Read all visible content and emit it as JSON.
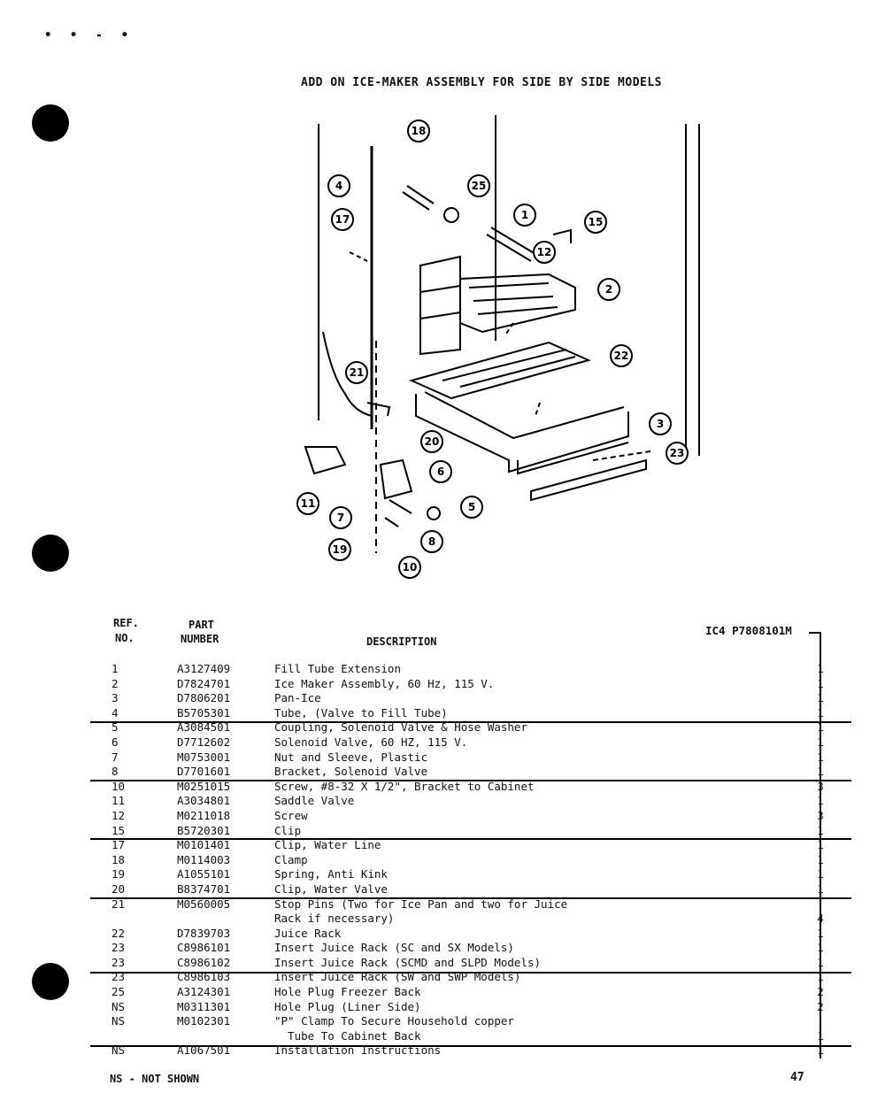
{
  "header": {
    "title": "ADD ON ICE-MAKER ASSEMBLY FOR SIDE BY SIDE MODELS",
    "model_code": "IC4 P7808101M"
  },
  "columns": {
    "ref_1": "REF.",
    "ref_2": "NO.",
    "part_1": "PART",
    "part_2": "NUMBER",
    "description": "DESCRIPTION"
  },
  "callouts": [
    "18",
    "4",
    "25",
    "17",
    "1",
    "15",
    "12",
    "2",
    "22",
    "21",
    "3",
    "23",
    "20",
    "6",
    "11",
    "7",
    "5",
    "8",
    "19",
    "10"
  ],
  "rows": [
    {
      "ref": "1",
      "part": "A3127409",
      "desc": "Fill Tube Extension",
      "qty": "1"
    },
    {
      "ref": "2",
      "part": "D7824701",
      "desc": "Ice Maker Assembly, 60 Hz, 115 V.",
      "qty": "1"
    },
    {
      "ref": "3",
      "part": "D7806201",
      "desc": "Pan-Ice",
      "qty": "1"
    },
    {
      "ref": "4",
      "part": "B5705301",
      "desc": "Tube, (Valve to Fill Tube)",
      "qty": "1"
    },
    {
      "ref": "5",
      "part": "A3084501",
      "desc": "Coupling, Solenoid Valve & Hose Washer",
      "qty": "1"
    },
    {
      "ref": "6",
      "part": "D7712602",
      "desc": "Solenoid Valve, 60 HZ, 115 V.",
      "qty": "1"
    },
    {
      "ref": "7",
      "part": "M0753001",
      "desc": "Nut and Sleeve, Plastic",
      "qty": "1"
    },
    {
      "ref": "8",
      "part": "D7701601",
      "desc": "Bracket, Solenoid Valve",
      "qty": "1"
    },
    {
      "ref": "10",
      "part": "M0251015",
      "desc": "Screw, #8-32 X 1/2\", Bracket to Cabinet",
      "qty": "3"
    },
    {
      "ref": "11",
      "part": "A3034801",
      "desc": "Saddle Valve",
      "qty": "1"
    },
    {
      "ref": "12",
      "part": "M0211018",
      "desc": "Screw",
      "qty": "3"
    },
    {
      "ref": "15",
      "part": "B5720301",
      "desc": "Clip",
      "qty": "1"
    },
    {
      "ref": "17",
      "part": "M0101401",
      "desc": "Clip, Water Line",
      "qty": "1"
    },
    {
      "ref": "18",
      "part": "M0114003",
      "desc": "Clamp",
      "qty": "1"
    },
    {
      "ref": "19",
      "part": "A1055101",
      "desc": "Spring, Anti Kink",
      "qty": "1"
    },
    {
      "ref": "20",
      "part": "B8374701",
      "desc": "Clip, Water Valve",
      "qty": "1"
    },
    {
      "ref": "21",
      "part": "M0560005",
      "desc": "Stop Pins (Two for Ice Pan and two for Juice",
      "qty": ""
    },
    {
      "ref": "",
      "part": "",
      "desc": "Rack if necessary)",
      "qty": "4"
    },
    {
      "ref": "22",
      "part": "D7839703",
      "desc": "Juice Rack",
      "qty": "1"
    },
    {
      "ref": "23",
      "part": "C8986101",
      "desc": "Insert Juice Rack (SC and SX Models)",
      "qty": "1"
    },
    {
      "ref": "23",
      "part": "C8986102",
      "desc": "Insert Juice Rack (SCMD and SLPD Models)",
      "qty": "1"
    },
    {
      "ref": "23",
      "part": "C8986103",
      "desc": "Insert Juice Rack (SW and SWP Models)",
      "qty": "1"
    },
    {
      "ref": "25",
      "part": "A3124301",
      "desc": "Hole Plug Freezer Back",
      "qty": "2"
    },
    {
      "ref": "NS",
      "part": "M0311301",
      "desc": "Hole Plug (Liner Side)",
      "qty": "2"
    },
    {
      "ref": "NS",
      "part": "M0102301",
      "desc": "\"P\" Clamp To Secure Household copper",
      "qty": ""
    },
    {
      "ref": "",
      "part": "",
      "desc": "  Tube To Cabinet Back",
      "qty": "1"
    },
    {
      "ref": "NS",
      "part": "A1067501",
      "desc": "Installation Instructions",
      "qty": "1"
    }
  ],
  "footer": {
    "note": "NS - NOT SHOWN",
    "page_number": "47"
  }
}
